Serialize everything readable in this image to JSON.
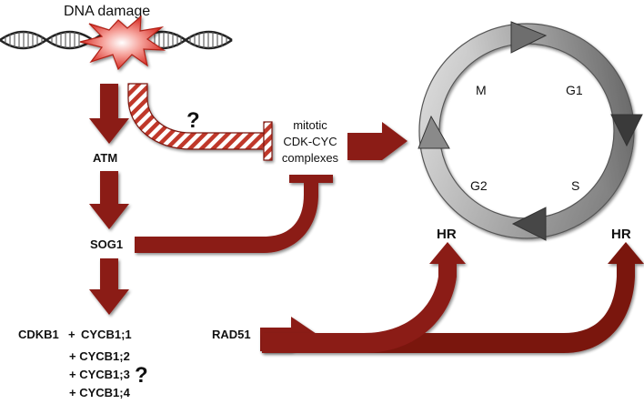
{
  "diagram": {
    "title": "DNA damage",
    "nodes": {
      "atm": "ATM",
      "sog1": "SOG1",
      "cdkb1": "CDKB1",
      "plus": "+",
      "cycb1_1": "CYCB1;1",
      "cycb1_2": "+ CYCB1;2",
      "cycb1_3": "+ CYCB1;3",
      "cycb1_4": "+ CYCB1;4",
      "rad51": "RAD51",
      "mitotic_line1": "mitotic",
      "mitotic_line2": "CDK-CYC",
      "mitotic_line3": "complexes",
      "hr_left": "HR",
      "hr_right": "HR"
    },
    "cell_cycle_phases": [
      "M",
      "G1",
      "S",
      "G2"
    ],
    "question_marks": [
      "?",
      "?"
    ],
    "colors": {
      "arrow": "#8b1a14",
      "arrow_dark": "#6a120e",
      "damage": "#d9322a",
      "dna": "#222222",
      "cycle_light": "#f2f2f2",
      "cycle_dark": "#4a4a4a"
    }
  }
}
